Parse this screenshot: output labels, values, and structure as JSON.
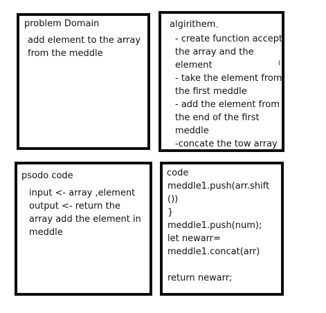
{
  "boxes": {
    "problem": {
      "title": "problem Domain",
      "lines": [
        "add element to the array",
        "from the meddle"
      ]
    },
    "algorithm": {
      "title": "algirithem",
      "lines": [
        "- create function accept",
        "the array and the",
        "element",
        "- take the element from",
        "the first meddle",
        "- add the element from",
        "the end of the first",
        "meddle",
        "-concate the tow array"
      ]
    },
    "pseudocode": {
      "title": "psodo code",
      "lines": [
        "input <- array ,element",
        "output <- return the",
        "array add the element in",
        "meddle"
      ]
    },
    "code": {
      "title": "code",
      "lines": [
        "meddle1.push(arr.shift",
        "())",
        "}",
        "meddle1.push(num);",
        "let newarr=",
        "meddle1.concat(arr)",
        "",
        "return newarr;"
      ]
    }
  },
  "stray_marks": {
    "dash": "-",
    "paren": "("
  }
}
